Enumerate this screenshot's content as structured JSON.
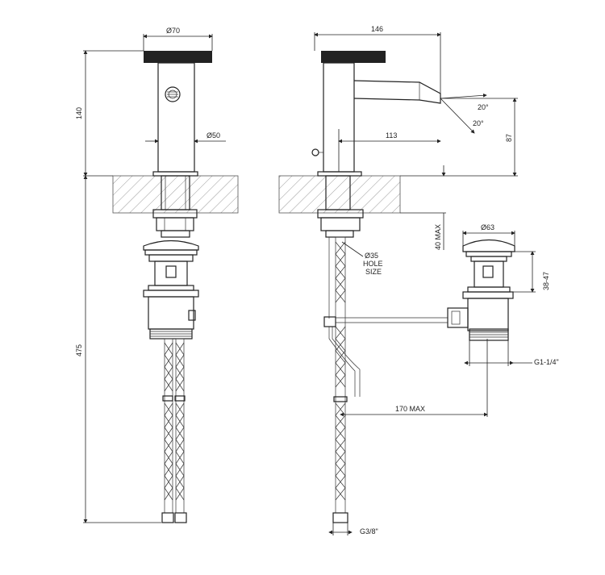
{
  "dimensions": {
    "d70": "Ø70",
    "d146": "146",
    "d140": "140",
    "d50": "Ø50",
    "d113": "113",
    "d87": "87",
    "angle_top": "20°",
    "angle_bottom": "20°",
    "d475": "475",
    "d40max": "40 MAX",
    "hole_d": "Ø35",
    "hole_text1": "HOLE",
    "hole_text2": "SIZE",
    "d63": "Ø63",
    "d38_47": "38-47",
    "g1_14": "G1-1/4\"",
    "d170max": "170 MAX",
    "g3_8": "G3/8\""
  },
  "colors": {
    "line": "#222222",
    "hatch": "#555555",
    "background": "#ffffff"
  }
}
